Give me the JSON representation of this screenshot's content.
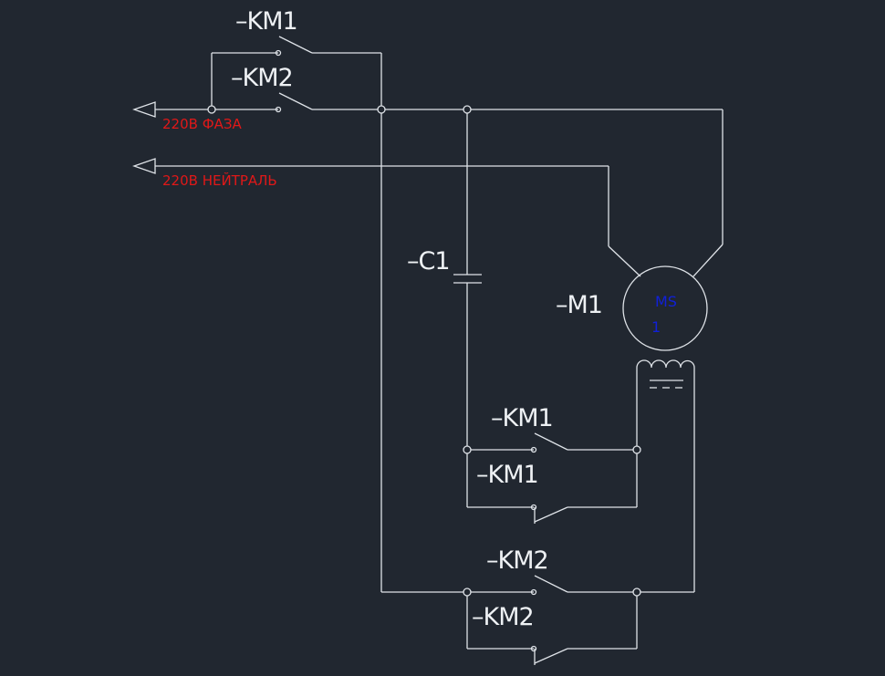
{
  "diagram": {
    "title": "",
    "labels": {
      "km1_top": "–KM1",
      "km2_top": "–KM2",
      "phase": "220В ФАЗА",
      "neutral": "220В НЕЙТРАЛЬ",
      "c1": "–C1",
      "m1": "–M1",
      "motor_type": "MS",
      "motor_phase": "1",
      "km1_no": "–KM1",
      "km1_nc": "–KM1",
      "km2_no": "–KM2",
      "km2_nc": "–KM2"
    },
    "colors": {
      "background": "#212730",
      "wire": "#dfe3e8",
      "supply_text": "#e01818",
      "motor_text": "#1020d8"
    }
  }
}
